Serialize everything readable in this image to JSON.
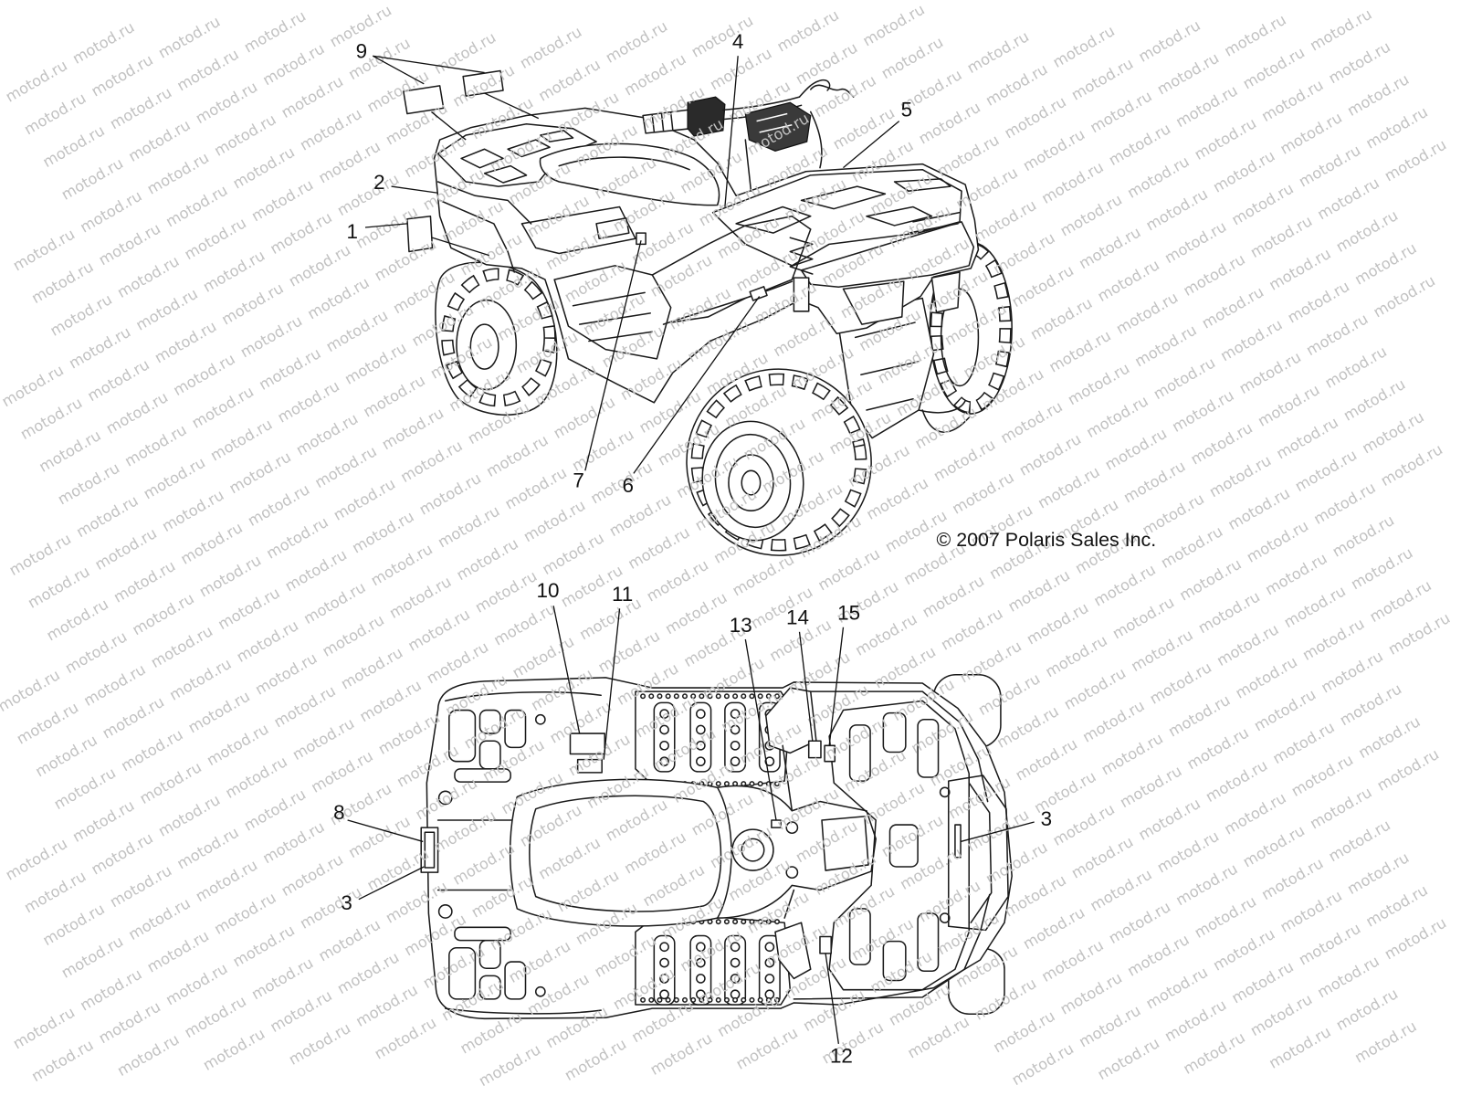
{
  "diagram": {
    "upper_callouts": [
      "9",
      "4",
      "5",
      "2",
      "1",
      "7",
      "6"
    ],
    "lower_callouts": [
      "10",
      "11",
      "13",
      "14",
      "15",
      "8",
      "3",
      "3",
      "12"
    ],
    "copyright": "© 2007 Polaris Sales Inc."
  },
  "watermark": "motod.ru"
}
